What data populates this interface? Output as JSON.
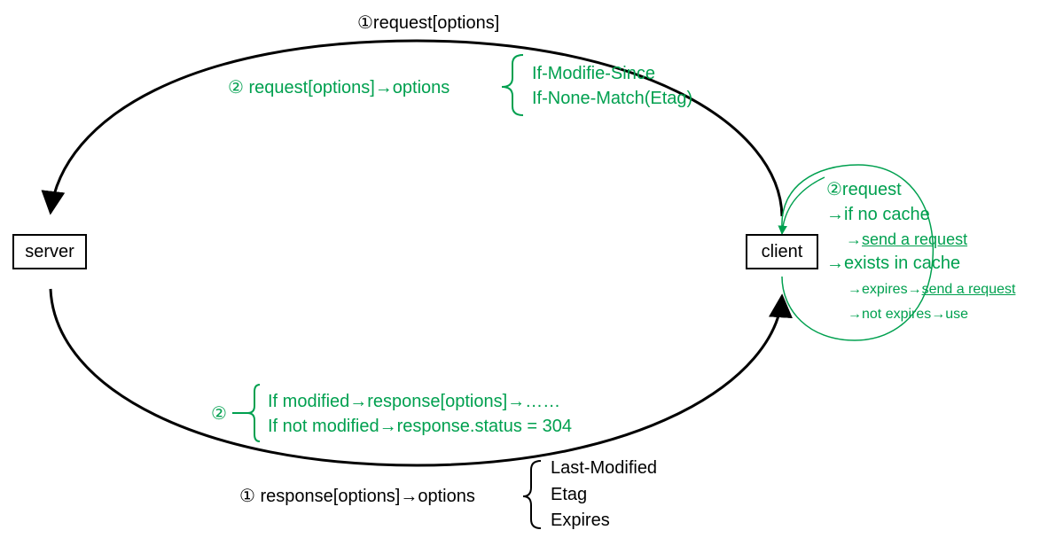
{
  "nodes": {
    "server": "server",
    "client": "client"
  },
  "top": {
    "request_label": "①request[options]",
    "inner_label": "② request[options]→options",
    "inner_items": [
      "If-Modifie-Since",
      "If-None-Match(Etag)"
    ]
  },
  "client_logic": {
    "title": "②request",
    "no_cache": "→if no cache",
    "no_cache_arrow": "→",
    "no_cache_action": "send a request",
    "in_cache": "→exists in cache",
    "expires_prefix": "→expires→",
    "expires_action": "send a request",
    "not_expires_prefix": "→not expires→",
    "not_expires_action": "use"
  },
  "bottom": {
    "marker": "②",
    "modified": "If modified→response[options]→……",
    "not_modified": "If not modified→response.status = 304",
    "response_label": "① response[options]→options",
    "response_items": [
      "Last-Modified",
      "Etag",
      "Expires"
    ]
  },
  "colors": {
    "green": "#00A04F",
    "black": "#000000"
  }
}
